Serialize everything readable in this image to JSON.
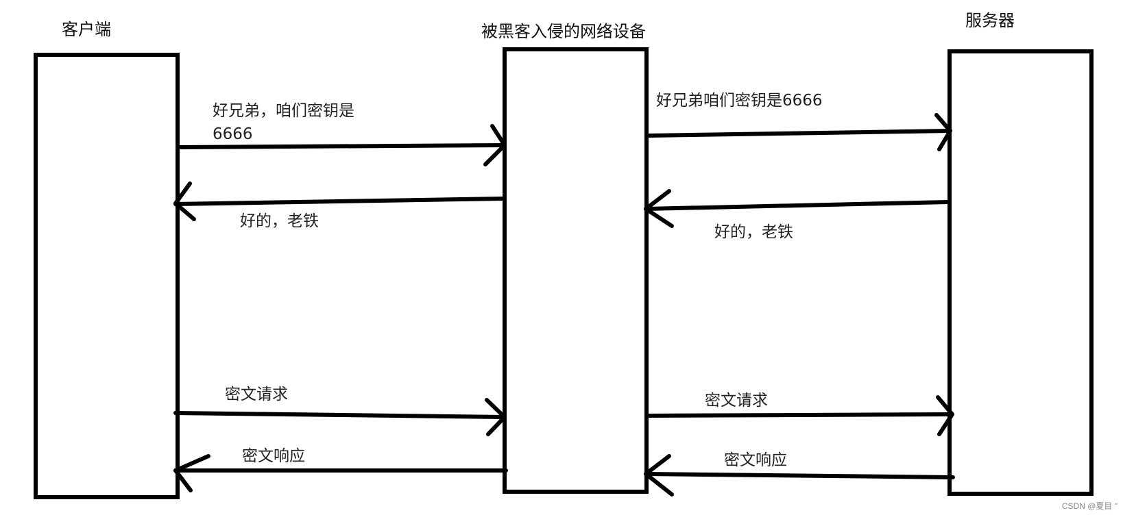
{
  "entities": {
    "client": "客户端",
    "attacker": "被黑客入侵的网络设备",
    "server": "服务器"
  },
  "messages": {
    "client_to_attacker_key_line1": "好兄弟，咱们密钥是",
    "client_to_attacker_key_line2": "6666",
    "attacker_to_client_ack": "好的，老铁",
    "attacker_to_server_key": "好兄弟咱们密钥是6666",
    "server_to_attacker_ack": "好的，老铁",
    "client_to_attacker_request": "密文请求",
    "attacker_to_client_response": "密文响应",
    "attacker_to_server_request": "密文请求",
    "server_to_attacker_response": "密文响应"
  },
  "watermark": "CSDN @夏目 \""
}
